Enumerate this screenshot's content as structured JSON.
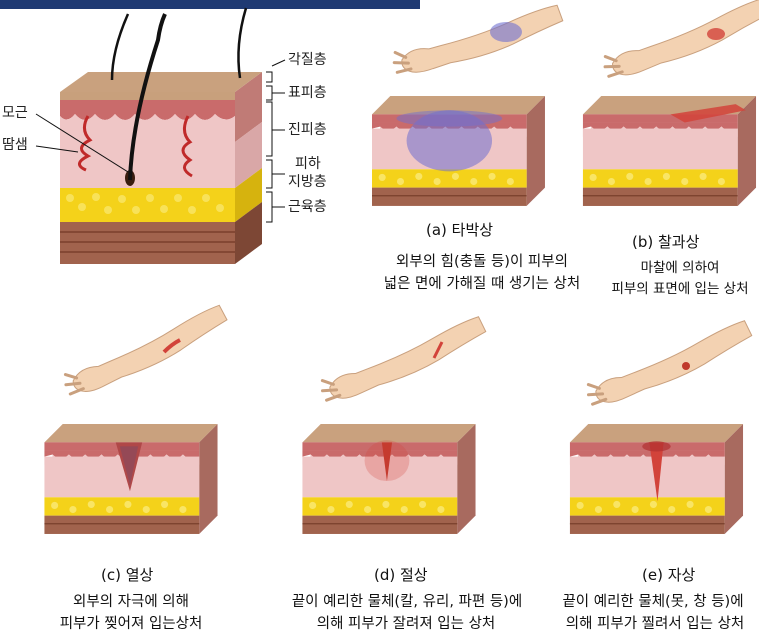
{
  "colors": {
    "header_bar": "#1f3a73",
    "skin_top": "#c9a17e",
    "epidermis": "#c96b6b",
    "dermis": "#efc6c6",
    "fat": "#f4d21a",
    "muscle": "#a1634d",
    "bruise": "#6f6fd0",
    "wound": "#d2433a"
  },
  "anatomy": {
    "labels": {
      "root": "모근",
      "sweat": "땀샘",
      "stratum": "각질층",
      "epidermis": "표피층",
      "dermis": "진피층",
      "fat_1": "피하",
      "fat_2": "지방층",
      "muscle": "근육층"
    }
  },
  "panels": {
    "a": {
      "caption": "(a) 타박상",
      "desc_1": "외부의 힘(충돌 등)이 피부의",
      "desc_2": "넓은 면에 가해질 때 생기는 상처"
    },
    "b": {
      "caption": "(b) 찰과상",
      "desc_1": "마찰에 의하여",
      "desc_2": "피부의 표면에 입는 상처"
    },
    "c": {
      "caption": "(c) 열상",
      "desc_1": "외부의 자극에 의해",
      "desc_2": "피부가 찢어져 입는상처"
    },
    "d": {
      "caption": "(d) 절상",
      "desc_1": "끝이 예리한 물체(칼, 유리, 파편 등)에",
      "desc_2": "의해 피부가 잘려져 입는 상처"
    },
    "e": {
      "caption": "(e) 자상",
      "desc_1": "끝이 예리한 물체(못, 창 등)에",
      "desc_2": "의해 피부가 찔려서 입는 상처"
    }
  }
}
